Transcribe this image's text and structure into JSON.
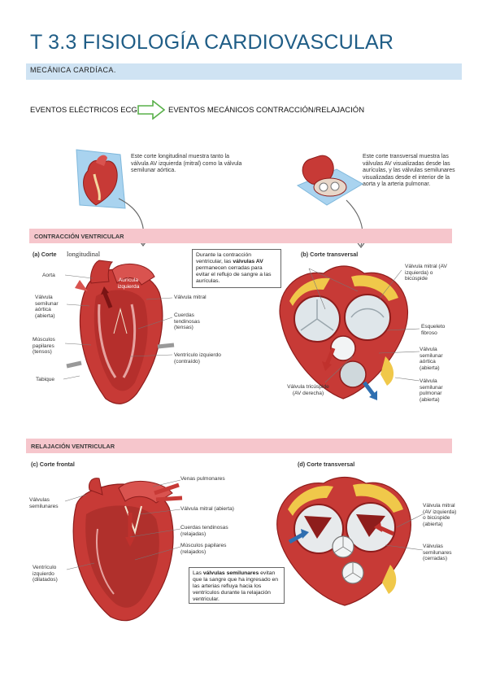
{
  "header": {
    "title": "T 3.3 FISIOLOGÍA CARDIOVASCULAR",
    "section": "MECÁNICA CARDÍACA."
  },
  "flow": {
    "left": "EVENTOS ELÉCTRICOS ECG",
    "right": "EVENTOS MECÁNICOS CONTRACCIÓN/RELAJACIÓN",
    "arrow_color": "#59b04a"
  },
  "captions": {
    "longitudinal": "Este corte longitudinal muestra tanto la válvula AV izquierda (mitral) como la válvula semilunar aórtica.",
    "transversal": "Este corte transversal muestra las válvulas AV visualizadas desde las aurículas, y las válvulas semilunares visualizadas desde el interior de la aorta y la arteria pulmonar."
  },
  "contraction": {
    "band": "CONTRACCIÓN VENTRICULAR",
    "panel_a": "(a) Corte",
    "panel_a_hand": "longitudinal",
    "panel_b": "(b) Corte transversal",
    "labels": {
      "aorta": "Aorta",
      "auricula": "Aurícula izquierda",
      "valv_semilunar": "Válvula semilunar aórtica (abierta)",
      "musculos": "Músculos papilares (tensos)",
      "tabique": "Tabique",
      "valv_mitral": "Válvula mitral",
      "cuerdas": "Cuerdas tendinosas (tensas)",
      "ventriculo": "Ventrículo izquierdo (contraído)",
      "b_mitral": "Válvula mitral (AV izquierda) o bicúspide",
      "b_esqueleto": "Esqueleto fibroso",
      "b_aortica": "Válvula semilunar aórtica (abierta)",
      "b_tricuspide": "Válvula tricúspide (AV derecha)",
      "b_pulmonar": "Válvula semilunar pulmonar (abierta)"
    },
    "box_pre": "Durante la contracción ventricular, las ",
    "box_bold": "válvulas AV",
    "box_post": " permanecen cerradas para evitar el reflujo de sangre a las aurículas."
  },
  "relaxation": {
    "band": "RELAJACIÓN VENTRICULAR",
    "panel_c": "(c) Corte frontal",
    "panel_d": "(d) Corte transversal",
    "labels": {
      "venas": "Venas pulmonares",
      "valv_semilunares": "Válvulas semilunares",
      "valv_mitral_abierta": "Válvula mitral (abierta)",
      "cuerdas": "Cuerdas tendinosas (relajadas)",
      "musculos": "Músculos papilares (relajados)",
      "ventriculo": "Ventrículo izquierdo (dilatados)",
      "d_mitral": "Válvula mitral (AV izquierda) o bicúspide (abierta)",
      "d_semilunares": "Válvulas semilunares (cerradas)"
    },
    "box_pre": "Las ",
    "box_bold": "válvulas semilunares",
    "box_post": " evitan que la sangre que ha ingresado en las arterias refluya hacia los ventrículos durante la relajación ventricular."
  },
  "colors": {
    "title": "#1f5d86",
    "section_bar": "#cfe3f3",
    "band": "#f6c6cc",
    "heart_red": "#c73a36",
    "heart_dark": "#8e1d1c",
    "fat_yellow": "#f0c84a"
  }
}
